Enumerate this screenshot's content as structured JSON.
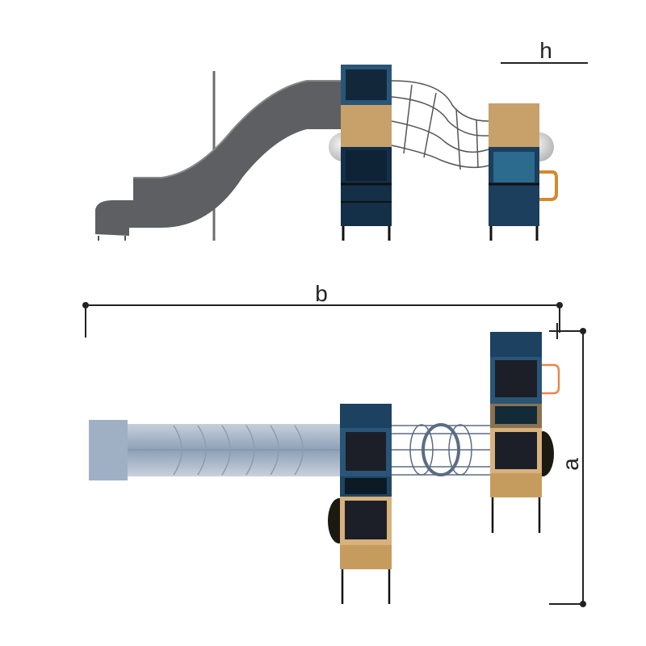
{
  "dimensions": {
    "height_label": "h",
    "length_label": "b",
    "width_label": "a"
  },
  "colors": {
    "panel_blue": "#2a5577",
    "panel_blue_dark": "#1d4160",
    "panel_tan": "#c8a06a",
    "window_dark": "#1c1f27",
    "slide_gray": "#5d5f63",
    "tube_light": "#aab6c6",
    "handle_orange": "#e8874a",
    "dimension_line": "#222222"
  }
}
